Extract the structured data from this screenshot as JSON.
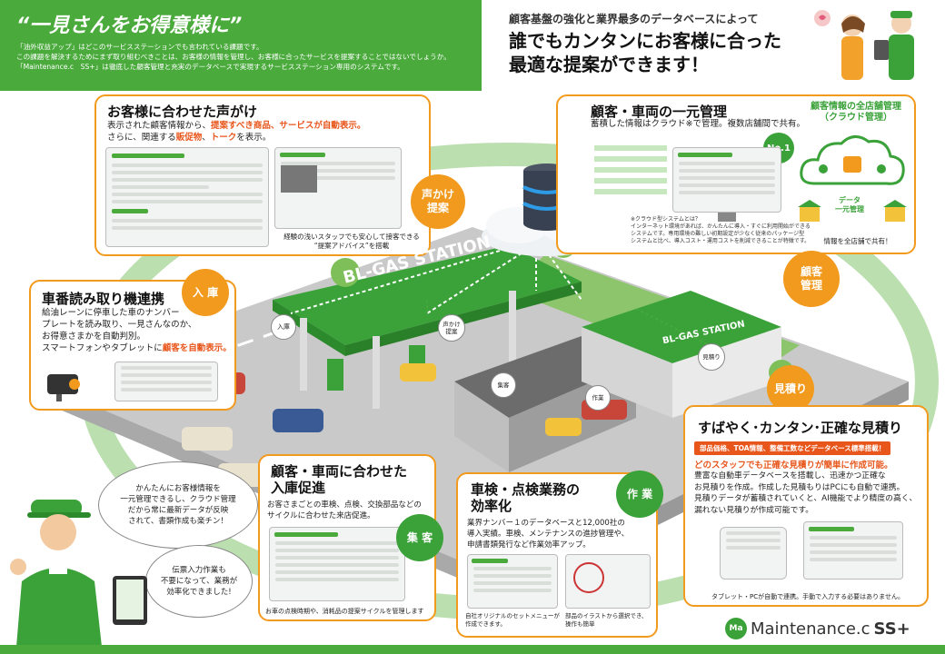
{
  "header": {
    "title": "“一見さんをお得意様に”",
    "body": [
      "「油外収益アップ」はどこのサービスステーションでも言われている課題です。",
      "この課題を解決するためにまず取り組むべきことは、お客様の情報を管理し、お客様に合ったサービスを提案することではないでしょうか。",
      "「Maintenance.c　SS+」は徹底した顧客管理と充実のデータベースで実現するサービスステーション専用のシステムです。"
    ],
    "right_sub": "顧客基盤の強化と業界最多のデータベースによって",
    "right_title_1": "誰でもカンタンにお客様に合った",
    "right_title_2": "最適な提案ができます！"
  },
  "card_koekake": {
    "title": "お客様に合わせた声がけ",
    "line1_a": "表示された顧客情報から、",
    "line1_b": "提案すべき商品、サービスが自動表示。",
    "line2_a": "さらに、関連する",
    "line2_b": "販促物",
    "line2_c": "、",
    "line2_d": "トーク",
    "line2_e": "を表示。",
    "caption_1": "経験の浅いスタッフでも安心して接客できる",
    "caption_2": "“提案アドバイス”を搭載"
  },
  "card_kanri": {
    "title": "顧客・車両の一元管理",
    "desc": "蓄積した情報はクラウド※で管理。複数店舗間で共有。",
    "cloud_title_1": "顧客情報の全店舗管理",
    "cloud_title_2": "（クラウド管理）",
    "data_label_1": "データ",
    "data_label_2": "一元管理",
    "share_text": "情報を全店舗で共有！",
    "no1": "No.1",
    "note": [
      "※クラウド型システムとは？",
      "インターネット環境があれば、かんたんに導入・すぐに利用開始ができる",
      "システムです。専用環境の難しい初期設定が少なく従来のパッケージ型",
      "システムと比べ、導入コスト・運用コストを削減できることが特徴です。"
    ]
  },
  "card_sharyo": {
    "title": "車番読み取り機連携",
    "lines": [
      "給油レーンに停車した車のナンバー",
      "プレートを読み取り、一見さんなのか、",
      "お得意さまかを自動判別。"
    ],
    "last_a": "スマートフォンやタブレットに",
    "last_b": "顧客を自動表示。"
  },
  "card_mitsumori": {
    "title": "すばやく･カンタン･正確な見積り",
    "tag": "部品価格、TOA情報、整備工数などデータベース標準搭載！",
    "highlight": "どのスタッフでも正確な見積りが簡単に作成可能。",
    "lines": [
      "豊富な自動車データベースを搭載し、迅速かつ正確な",
      "お見積りを作成。作成した見積もりはPCにも自動で連携。",
      "見積りデータが蓄積されていくと、AI機能でより精度の高く、",
      "漏れない見積りが作成可能です。"
    ],
    "caption": "タブレット・PCが自動で連携。手動で入力する必要はありません。"
  },
  "card_sokushin": {
    "title_1": "顧客・車両に合わせた",
    "title_2": "入庫促進",
    "lines": [
      "お客さまごとの車検、点検、交換部品などの",
      "サイクルに合わせた来店促進。"
    ],
    "caption": "お車の点検時期や、消耗品の提案サイクルを管理します"
  },
  "card_sagyo": {
    "title_1": "車検・点検業務の",
    "title_2": "効率化",
    "lines": [
      "業界ナンバー１のデータベースと12,000社の",
      "導入実績。車検、メンテナンスの進捗管理や、",
      "申請書類発行など作業効率アップ。"
    ],
    "caption_left_1": "自社オリジナルのセットメニューが",
    "caption_left_2": "作成できます。",
    "caption_right_1": "部品のイラストから選択でき、",
    "caption_right_2": "操作も簡単"
  },
  "circles": {
    "koekake": [
      "声かけ",
      "提案"
    ],
    "nyuko": "入 庫",
    "kanri": [
      "顧客",
      "管理"
    ],
    "mitsumori": "見積り",
    "sagyo": "作 業",
    "shukaku": "集 客"
  },
  "station": {
    "sign_main": "BL-GAS STATION",
    "sign_small": "BL-GAS STATION",
    "bubble_nyuko": "入庫",
    "bubble_koekake": [
      "声かけ",
      "提案"
    ],
    "bubble_mitsumori": "見積り",
    "bubble_shukaku": "集客",
    "bubble_sagyo": "作業"
  },
  "staff": {
    "bubble_1": [
      "かんたんにお客様情報を",
      "一元管理できるし、クラウド管理",
      "だから常に最新データが反映",
      "されて、書類作成も楽チン！"
    ],
    "bubble_2": [
      "伝票入力作業も",
      "不要になって、業務が",
      "効率化できました!"
    ]
  },
  "logo": {
    "mark": "Ma",
    "name": "Maintenance.c",
    "suffix": "SS+"
  },
  "colors": {
    "green": "#4aaa3c",
    "orange": "#f29a1d",
    "accent": "#e8561c"
  }
}
